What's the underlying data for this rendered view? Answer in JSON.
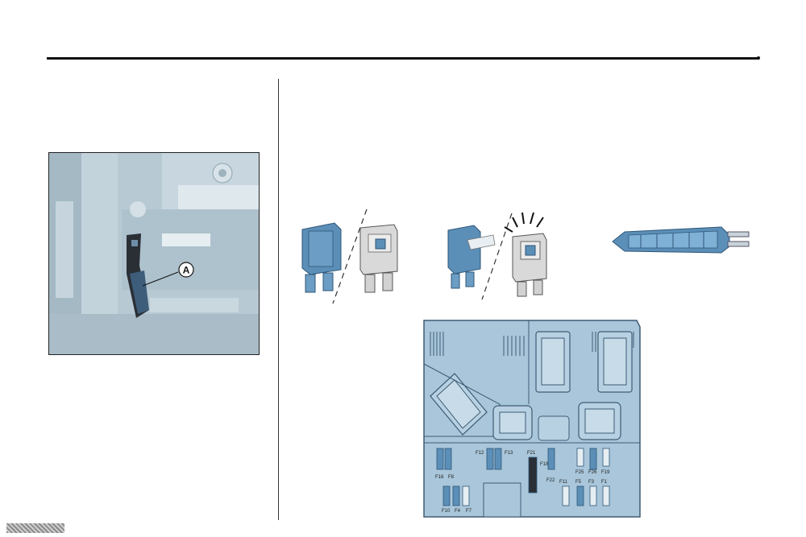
{
  "photo": {
    "callout": "A"
  },
  "fuse_box": {
    "labels": {
      "f12": "F12",
      "f13": "F13",
      "f16": "F16",
      "f8": "F8",
      "f10": "F10",
      "f4": "F4",
      "f7": "F7",
      "f22": "F22",
      "f21": "F21",
      "f11": "F11",
      "f5": "F5",
      "f3": "F3",
      "f1": "F1",
      "f25": "F25",
      "f26": "F26",
      "f19": "F19",
      "f18": "F18"
    }
  },
  "colors": {
    "fuse_blue": "#5b8fb8",
    "panel_blue": "#a9c6da",
    "photo_bg": "#b9ccd6",
    "grey_fuse": "#d9d9d9"
  },
  "icons": [
    "good-fuse-blue",
    "good-fuse-grey",
    "blown-fuse-blue",
    "blown-fuse-grey",
    "fuse-puller-tweezers"
  ]
}
